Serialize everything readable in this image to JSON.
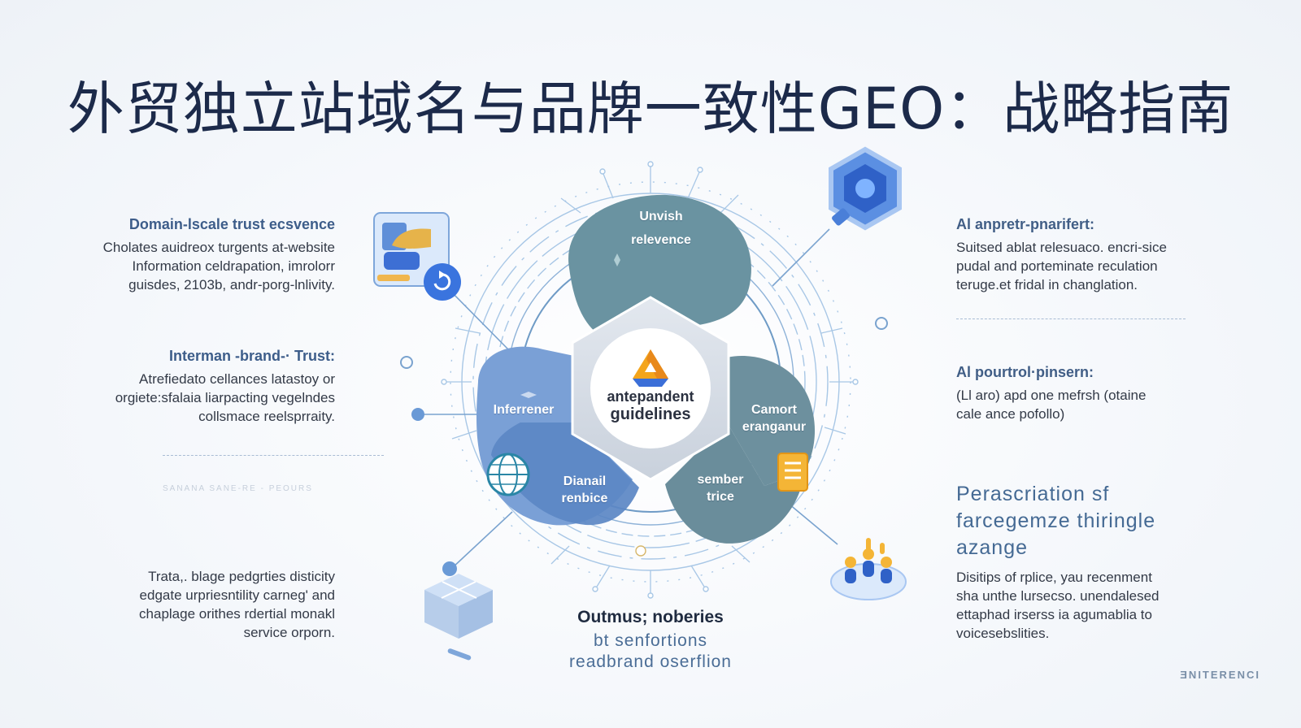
{
  "title": "外贸独立站域名与品牌一致性GEO：战略指南",
  "left_blocks": [
    {
      "head": "Domain-lscale trust ecsvence",
      "lines": [
        "Cholates auidreox turgents at-website",
        "Information celdrapation, imrolorr",
        "guisdes, 2103b, andr-porg-lnlivity."
      ]
    },
    {
      "head": "Interman -brand-· Trust:",
      "lines": [
        "Atrefiedato cellances latastoy or",
        "orgiete:sfalaia liarpacting vegelndes",
        "collsmace reelsprraity."
      ]
    },
    {
      "head": "",
      "lines": [
        "Trata,. blage pedgrties disticity",
        "edgate urpriesntility carneg' and",
        "chaplage orithes rdertial monakl",
        "service orporn."
      ]
    }
  ],
  "right_blocks": [
    {
      "head": "Al anpretr-pnarifert:",
      "lines": [
        "Suitsed ablat relesuaco. encri-sice",
        "pudal and porteminate reculation",
        "teruge.et fridal in changlation."
      ]
    },
    {
      "head": "Al pourtrol·pinsern:",
      "lines": [
        "(Ll aro) apd one mefrsh (otaine",
        "cale ance pofollo)"
      ]
    },
    {
      "head_lines": [
        "Perascriation sf",
        "farcegemze thiringle",
        "azange"
      ],
      "lines": [
        "Disitips of rplice, yau recenment",
        "sha unthe lursecso. unendalesed",
        "ettaphad irserss ia agumablia to",
        "voicesebslities."
      ]
    }
  ],
  "diagram": {
    "center_lines": [
      "antepandent",
      "guidelines"
    ],
    "segments": [
      {
        "name": "top",
        "lines": [
          "Unvish",
          "relevence"
        ],
        "color": "#6a93a1"
      },
      {
        "name": "left",
        "lines": [
          "Inferrener"
        ],
        "color": "#6e97cf"
      },
      {
        "name": "right",
        "lines": [
          "Camort",
          "eranganur"
        ],
        "color": "#6d909e"
      },
      {
        "name": "bottom-left",
        "lines": [
          "Dianail",
          "renbice"
        ],
        "color": "#5a86c4"
      },
      {
        "name": "bottom-right",
        "lines": [
          "sember",
          "trice"
        ],
        "color": "#6a8d9b"
      }
    ]
  },
  "bottom": {
    "title": "Outmus; noberies",
    "sub_lines": [
      "bt senfortions",
      "readbrand oserflion"
    ]
  },
  "faint_caption": "SANANA SANE-RE - PEOURS",
  "brand": "ƎNITERENCI",
  "colors": {
    "title": "#1c2a4a",
    "accent_blue": "#3b6fd8",
    "teal": "#6a93a1",
    "blue": "#6e97cf"
  },
  "icons": [
    "photo-puzzle-icon",
    "refresh-icon",
    "hex-gear-icon",
    "globe-icon",
    "document-icon",
    "blocks-icon",
    "people-icon",
    "logo-triangle-icon"
  ]
}
